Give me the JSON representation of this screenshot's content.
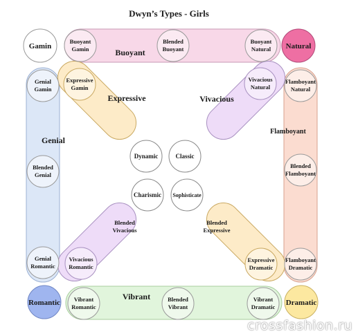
{
  "title": "Dwyn’s Types - Girls",
  "bands": {
    "buoyant": "Buoyant",
    "genial": "Genial",
    "flamboyant": "Flamboyant",
    "vibrant": "Vibrant",
    "expressive": "Expressive",
    "vivacious": "Vivacious"
  },
  "corners": {
    "gamin": "Gamin",
    "natural": "Natural",
    "romantic": "Romantic",
    "dramatic": "Dramatic"
  },
  "circles": {
    "buoyant_gamin": [
      "Buoyant",
      "Gamin"
    ],
    "blended_buoyant": [
      "Blended",
      "Buoyant"
    ],
    "buoyant_natural": [
      "Buoyant",
      "Natural"
    ],
    "genial_gamin": [
      "Genial",
      "Gamin"
    ],
    "blended_genial": [
      "Blended",
      "Genial"
    ],
    "genial_romantic": [
      "Genial",
      "Romantic"
    ],
    "flamboyant_natural": [
      "Flamboyant",
      "Natural"
    ],
    "blended_flamboyant": [
      "Blended",
      "Flamboyant"
    ],
    "flamboyant_dramatic": [
      "Flamboyant",
      "Dramatic"
    ],
    "vibrant_romantic": [
      "Vibrant",
      "Romantic"
    ],
    "blended_vibrant": [
      "Blended",
      "Vibrant"
    ],
    "vibrant_dramatic": [
      "Vibrant",
      "Dramatic"
    ],
    "expressive_gamin": [
      "Expressive",
      "Gamin"
    ],
    "vivacious_natural": [
      "Vivacious",
      "Natural"
    ],
    "vivacious_romantic": [
      "Vivacious",
      "Romantic"
    ],
    "expressive_dramatic": [
      "Expressive",
      "Dramatic"
    ]
  },
  "diag_labels": {
    "blended_vivacious": [
      "Blended",
      "Vivacious"
    ],
    "blended_expressive": [
      "Blended",
      "Expressive"
    ]
  },
  "center": {
    "dynamic": "Dynamic",
    "classic": "Classic",
    "charismic": "Charismic",
    "sophisticate": "Sophisticate"
  },
  "colors": {
    "buoyant": "#f8d8e8",
    "genial": "#dce7f7",
    "flamboyant": "#fbdcd0",
    "vibrant": "#e1f5dc",
    "expressive": "#fdebc8",
    "vivacious": "#eedcf8",
    "natural": "#ee6fa3",
    "romantic": "#9fb5ef",
    "dramatic": "#fce8a0"
  },
  "watermark": "crossfashion.ru"
}
